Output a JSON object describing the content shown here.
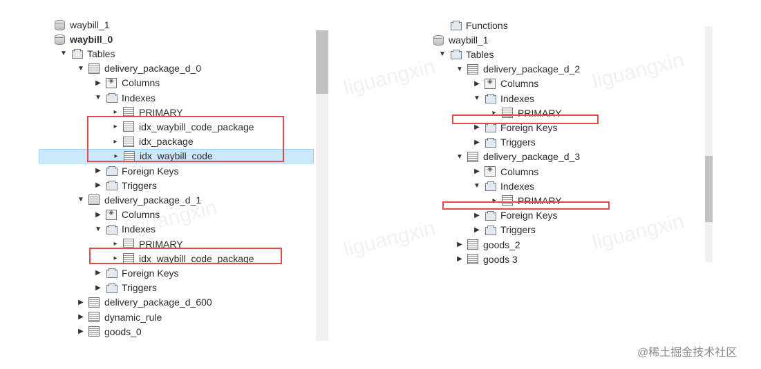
{
  "left_tree": [
    {
      "label": "waybill_1",
      "icon": "database-icon",
      "depth": 0,
      "toggle": ""
    },
    {
      "label": "waybill_0",
      "icon": "database-icon",
      "depth": 0,
      "toggle": "",
      "bold": true
    },
    {
      "label": "Tables",
      "icon": "folder-icon",
      "depth": 1,
      "toggle": "expanded"
    },
    {
      "label": "delivery_package_d_0",
      "icon": "table-icon",
      "depth": 2,
      "toggle": "expanded"
    },
    {
      "label": "Columns",
      "icon": "columns-icon",
      "depth": 3,
      "toggle": "collapsed"
    },
    {
      "label": "Indexes",
      "icon": "folder-icon",
      "depth": 3,
      "toggle": "expanded"
    },
    {
      "label": "PRIMARY",
      "icon": "index-icon",
      "depth": 4,
      "toggle": "leaf"
    },
    {
      "label": "idx_waybill_code_package",
      "icon": "index-icon",
      "depth": 4,
      "toggle": "leaf"
    },
    {
      "label": "idx_package",
      "icon": "index-icon",
      "depth": 4,
      "toggle": "leaf"
    },
    {
      "label": "idx_waybill_code",
      "icon": "index-icon",
      "depth": 4,
      "toggle": "leaf",
      "selected": true
    },
    {
      "label": "Foreign Keys",
      "icon": "folder-icon",
      "depth": 3,
      "toggle": "collapsed"
    },
    {
      "label": "Triggers",
      "icon": "folder-icon",
      "depth": 3,
      "toggle": "collapsed"
    },
    {
      "label": "delivery_package_d_1",
      "icon": "table-icon",
      "depth": 2,
      "toggle": "expanded"
    },
    {
      "label": "Columns",
      "icon": "columns-icon",
      "depth": 3,
      "toggle": "collapsed"
    },
    {
      "label": "Indexes",
      "icon": "folder-icon",
      "depth": 3,
      "toggle": "expanded"
    },
    {
      "label": "PRIMARY",
      "icon": "index-icon",
      "depth": 4,
      "toggle": "leaf"
    },
    {
      "label": "idx_waybill_code_package",
      "icon": "index-icon",
      "depth": 4,
      "toggle": "leaf"
    },
    {
      "label": "Foreign Keys",
      "icon": "folder-icon",
      "depth": 3,
      "toggle": "collapsed"
    },
    {
      "label": "Triggers",
      "icon": "folder-icon",
      "depth": 3,
      "toggle": "collapsed"
    },
    {
      "label": "delivery_package_d_600",
      "icon": "table-icon",
      "depth": 2,
      "toggle": "collapsed"
    },
    {
      "label": "dynamic_rule",
      "icon": "table-icon",
      "depth": 2,
      "toggle": "collapsed"
    },
    {
      "label": "goods_0",
      "icon": "table-icon",
      "depth": 2,
      "toggle": "collapsed"
    }
  ],
  "right_tree": [
    {
      "label": "Functions",
      "icon": "folder-icon",
      "depth": 1,
      "toggle": ""
    },
    {
      "label": "waybill_1",
      "icon": "database-icon",
      "depth": 0,
      "toggle": ""
    },
    {
      "label": "Tables",
      "icon": "folder-icon",
      "depth": 1,
      "toggle": "expanded"
    },
    {
      "label": "delivery_package_d_2",
      "icon": "table-icon",
      "depth": 2,
      "toggle": "expanded"
    },
    {
      "label": "Columns",
      "icon": "columns-icon",
      "depth": 3,
      "toggle": "collapsed"
    },
    {
      "label": "Indexes",
      "icon": "folder-icon",
      "depth": 3,
      "toggle": "expanded"
    },
    {
      "label": "PRIMARY",
      "icon": "index-icon",
      "depth": 4,
      "toggle": "leaf"
    },
    {
      "label": "Foreign Keys",
      "icon": "folder-icon",
      "depth": 3,
      "toggle": "collapsed"
    },
    {
      "label": "Triggers",
      "icon": "folder-icon",
      "depth": 3,
      "toggle": "collapsed"
    },
    {
      "label": "delivery_package_d_3",
      "icon": "table-icon",
      "depth": 2,
      "toggle": "expanded"
    },
    {
      "label": "Columns",
      "icon": "columns-icon",
      "depth": 3,
      "toggle": "collapsed"
    },
    {
      "label": "Indexes",
      "icon": "folder-icon",
      "depth": 3,
      "toggle": "expanded"
    },
    {
      "label": "PRIMARY",
      "icon": "index-icon",
      "depth": 4,
      "toggle": "leaf"
    },
    {
      "label": "Foreign Keys",
      "icon": "folder-icon",
      "depth": 3,
      "toggle": "collapsed"
    },
    {
      "label": "Triggers",
      "icon": "folder-icon",
      "depth": 3,
      "toggle": "collapsed"
    },
    {
      "label": "goods_2",
      "icon": "table-icon",
      "depth": 2,
      "toggle": "collapsed"
    },
    {
      "label": "goods 3",
      "icon": "table-icon",
      "depth": 2,
      "toggle": "collapsed"
    }
  ],
  "watermark": {
    "brand": "liguangxin",
    "footer": "@稀土掘金技术社区"
  },
  "colors": {
    "highlight": "#e24a4a",
    "selected_row": "#cce8ff"
  }
}
